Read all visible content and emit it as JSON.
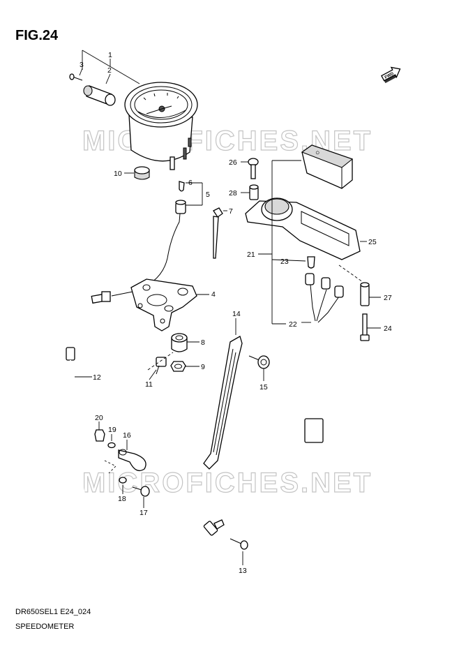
{
  "figure": {
    "title": "FIG.24",
    "model_code": "DR650SEL1 E24_024",
    "section_name": "SPEEDOMETER",
    "watermark": "MICROFICHES.NET",
    "fwd_label": "FWD"
  },
  "callouts": [
    {
      "id": "c1",
      "label": "1"
    },
    {
      "id": "c2",
      "label": "2"
    },
    {
      "id": "c3",
      "label": "3"
    },
    {
      "id": "c4",
      "label": "4"
    },
    {
      "id": "c5",
      "label": "5"
    },
    {
      "id": "c6",
      "label": "6"
    },
    {
      "id": "c7",
      "label": "7"
    },
    {
      "id": "c8",
      "label": "8"
    },
    {
      "id": "c9",
      "label": "9"
    },
    {
      "id": "c10",
      "label": "10"
    },
    {
      "id": "c11",
      "label": "11"
    },
    {
      "id": "c12",
      "label": "12"
    },
    {
      "id": "c13",
      "label": "13"
    },
    {
      "id": "c14",
      "label": "14"
    },
    {
      "id": "c15",
      "label": "15"
    },
    {
      "id": "c16",
      "label": "16"
    },
    {
      "id": "c17",
      "label": "17"
    },
    {
      "id": "c18",
      "label": "18"
    },
    {
      "id": "c19",
      "label": "19"
    },
    {
      "id": "c20",
      "label": "20"
    },
    {
      "id": "c21",
      "label": "21"
    },
    {
      "id": "c22",
      "label": "22"
    },
    {
      "id": "c23",
      "label": "23"
    },
    {
      "id": "c24",
      "label": "24"
    },
    {
      "id": "c25",
      "label": "25"
    },
    {
      "id": "c26",
      "label": "26"
    },
    {
      "id": "c27",
      "label": "27"
    },
    {
      "id": "c28",
      "label": "28"
    }
  ]
}
